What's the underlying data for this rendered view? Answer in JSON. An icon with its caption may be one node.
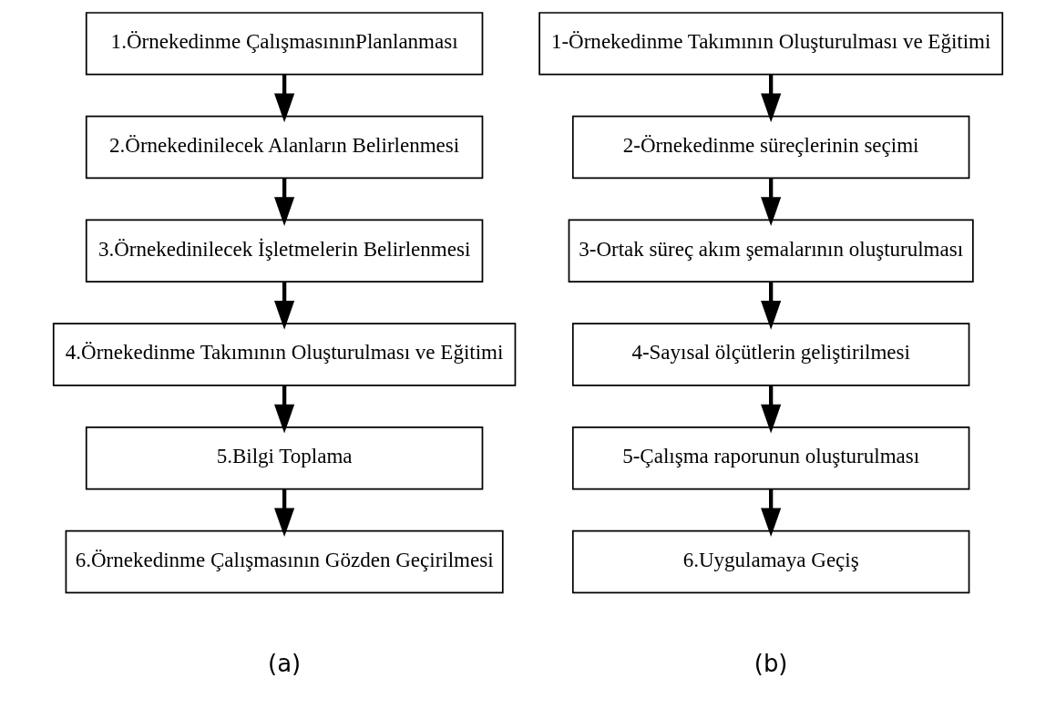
{
  "diagram": {
    "nodes": [
      {
        "text": [
          "1.Örnekedinme ÇalışmasınınPlanlanması"
        ]
      },
      {
        "text": [
          "2.Örnekedinilecek Alanların Belirlenmesi"
        ]
      },
      {
        "text": [
          "3.Örnekedinilecek İşletmelerin Belirlenmesi"
        ]
      },
      {
        "text": [
          "4.Örnekedinme Takımının Oluşturulması ve Eğitimi"
        ]
      },
      {
        "text": [
          "5.Bilgi Toplama"
        ]
      },
      {
        "text": [
          "6.Örnekedinme Çalışmasının Gözden Geçirilmesi"
        ]
      },
      {
        "text": [
          "1-Örnekedinme Takımının Oluşturulması ve Eğitimi"
        ]
      },
      {
        "text": [
          "2-Örnekedinme süreçlerinin seçimi"
        ]
      },
      {
        "text": [
          "3-Ortak süreç akım şemalarının oluşturulması"
        ]
      },
      {
        "text": [
          "4-Sayısal ölçütlerin geliştirilmesi"
        ]
      },
      {
        "text": [
          "5-Çalışma raporunun oluşturulması"
        ]
      },
      {
        "text": [
          "6.Uygulamaya Geçiş"
        ]
      }
    ],
    "edges": [
      {
        "from": 0,
        "to": 1,
        "arrow": "to"
      },
      {
        "from": 1,
        "to": 2,
        "arrow": "to"
      },
      {
        "from": 2,
        "to": 3,
        "arrow": "to"
      },
      {
        "from": 3,
        "to": 4,
        "arrow": "to"
      },
      {
        "from": 4,
        "to": 5,
        "arrow": "to"
      },
      {
        "from": 6,
        "to": 7,
        "arrow": "to"
      },
      {
        "from": 7,
        "to": 8,
        "arrow": "to"
      },
      {
        "from": 8,
        "to": 9,
        "arrow": "to"
      },
      {
        "from": 9,
        "to": 10,
        "arrow": "to"
      },
      {
        "from": 10,
        "to": 11,
        "arrow": "to"
      }
    ],
    "labels": [
      "(a)",
      "(b)"
    ]
  }
}
